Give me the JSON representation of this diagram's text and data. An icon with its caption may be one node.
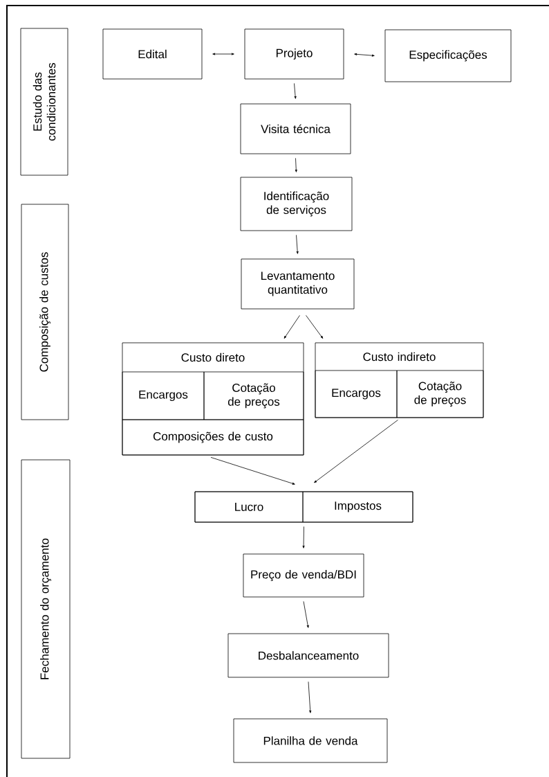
{
  "diagram": {
    "nodes": [
      {
        "text": [
          "Estudo das condicionantes"
        ]
      },
      {
        "text": [
          "Edital"
        ]
      },
      {
        "text": [
          "Projeto"
        ]
      },
      {
        "text": [
          "Especificações"
        ]
      },
      {
        "text": [
          "Visita técnica"
        ]
      },
      {
        "text": [
          "Composição de custos"
        ]
      },
      {
        "text": [
          "Identificação de serviços"
        ]
      },
      {
        "text": [
          "Levantamento quantitativo"
        ]
      },
      {
        "text": [
          "Custo direto"
        ]
      },
      {
        "text": [
          "Encargos"
        ],
        "in": 8
      },
      {
        "text": [
          "Cotação de preços"
        ],
        "in": 8
      },
      {
        "text": [
          "Composições de custo"
        ],
        "in": 8
      },
      {
        "text": [
          "Custo indireto"
        ]
      },
      {
        "text": [
          "Encargos"
        ],
        "in": 12
      },
      {
        "text": [
          "Cotação de preços"
        ],
        "in": 12
      },
      {
        "text": [
          "Fechamento do orçamento"
        ]
      },
      {
        "text": [],
        "shape": "box"
      },
      {
        "text": [
          "Lucro"
        ],
        "in": 16
      },
      {
        "text": [
          "Impostos"
        ],
        "in": 16
      },
      {
        "text": [
          "Preço de venda/BDI"
        ]
      },
      {
        "text": [
          "Desbalanceamento"
        ]
      },
      {
        "text": [
          "Planilha de venda"
        ]
      }
    ],
    "edges": [
      {
        "from": 1,
        "to": 2,
        "arrow": "both"
      },
      {
        "from": 2,
        "to": 3,
        "arrow": "both"
      },
      {
        "from": 2,
        "to": 4,
        "arrow": "to"
      },
      {
        "from": 4,
        "to": 6,
        "arrow": "to"
      },
      {
        "from": 6,
        "to": 7,
        "arrow": "to"
      },
      {
        "from": 7,
        "to": 8,
        "arrow": "to"
      },
      {
        "from": 7,
        "to": 12,
        "arrow": "to"
      },
      {
        "from": 8,
        "to": 16,
        "arrow": "to"
      },
      {
        "from": 12,
        "to": 16,
        "arrow": "to"
      },
      {
        "from": 16,
        "to": 19,
        "arrow": "to"
      },
      {
        "from": 19,
        "to": 20,
        "arrow": "to"
      },
      {
        "from": 20,
        "to": 21,
        "arrow": "to"
      }
    ]
  }
}
